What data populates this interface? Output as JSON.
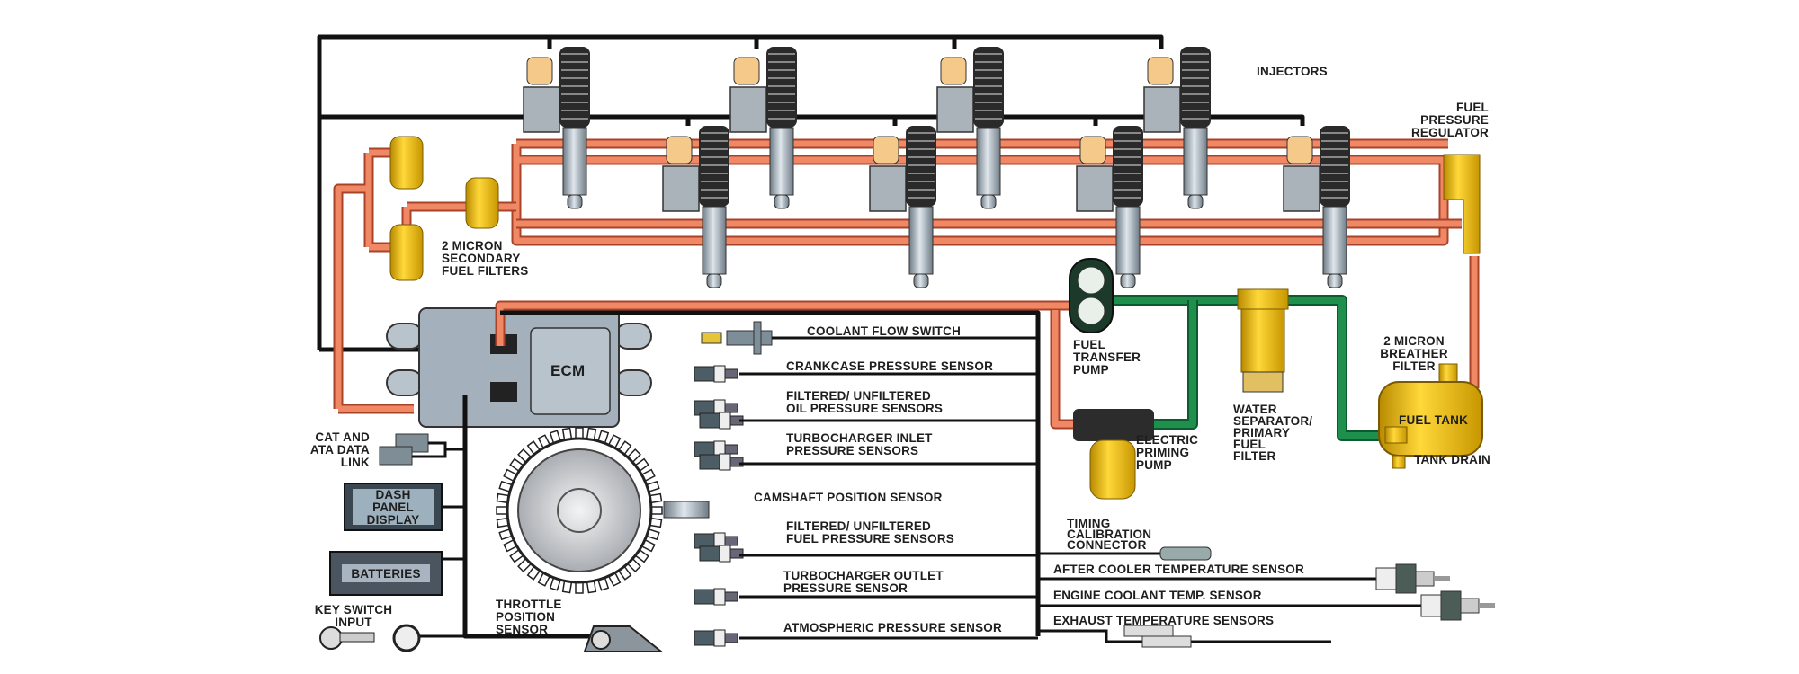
{
  "diagram": {
    "injectors_label": "INJECTORS",
    "fuel_pressure_regulator": [
      "FUEL",
      "PRESSURE",
      "REGULATOR"
    ],
    "secondary_filters": [
      "2 MICRON",
      "SECONDARY",
      "FUEL FILTERS"
    ],
    "ecm": "ECM",
    "fuel_transfer_pump": [
      "FUEL",
      "TRANSFER",
      "PUMP"
    ],
    "electric_priming_pump": [
      "ELECTRIC",
      "PRIMING",
      "PUMP"
    ],
    "water_separator": [
      "WATER",
      "SEPARATOR/",
      "PRIMARY",
      "FUEL",
      "FILTER"
    ],
    "breather_filter": [
      "2 MICRON",
      "BREATHER",
      "FILTER"
    ],
    "fuel_tank": "FUEL TANK",
    "tank_drain": "TANK DRAIN",
    "data_link": [
      "CAT AND",
      "ATA DATA",
      "LINK"
    ],
    "dash_panel": [
      "DASH",
      "PANEL",
      "DISPLAY"
    ],
    "batteries": "BATTERIES",
    "key_switch": [
      "KEY SWITCH",
      "INPUT"
    ],
    "throttle": [
      "THROTTLE",
      "POSITION",
      "SENSOR"
    ],
    "sensors": {
      "coolant_flow": "COOLANT FLOW SWITCH",
      "crankcase": "CRANKCASE PRESSURE SENSOR",
      "oil_pressure": [
        "FILTERED/ UNFILTERED",
        "OIL PRESSURE SENSORS"
      ],
      "turbo_inlet": [
        "TURBOCHARGER INLET",
        "PRESSURE SENSORS"
      ],
      "camshaft": "CAMSHAFT POSITION SENSOR",
      "fuel_pressure": [
        "FILTERED/ UNFILTERED",
        "FUEL PRESSURE SENSORS"
      ],
      "turbo_outlet": [
        "TURBOCHARGER OUTLET",
        "PRESSURE SENSOR"
      ],
      "atmospheric": "ATMOSPHERIC PRESSURE SENSOR",
      "timing": [
        "TIMING",
        "CALIBRATION",
        "CONNECTOR"
      ],
      "after_cooler": "AFTER COOLER TEMPERATURE SENSOR",
      "engine_coolant": "ENGINE COOLANT TEMP. SENSOR",
      "exhaust": "EXHAUST TEMPERATURE SENSORS"
    },
    "colors": {
      "fuel_return_line": "#f08866",
      "fuel_supply_line": "#1f8f4d",
      "wiring": "#111111",
      "filter_yellow": "#f2c21b",
      "ecm_body": "#9aa7b3"
    }
  }
}
